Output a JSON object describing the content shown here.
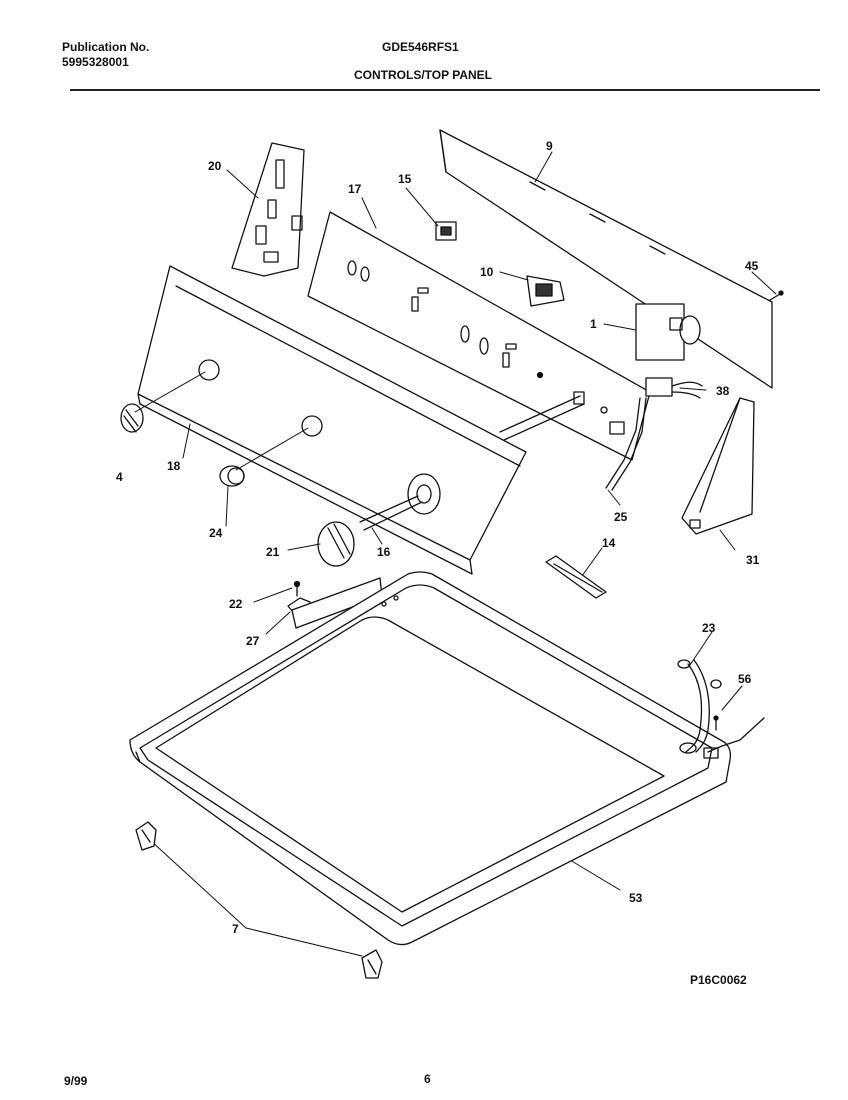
{
  "header": {
    "publication_label": "Publication No.",
    "publication_number": "5995328001",
    "model": "GDE546RFS1",
    "section": "CONTROLS/TOP PANEL"
  },
  "callouts": {
    "c1": "1",
    "c4": "4",
    "c7": "7",
    "c9": "9",
    "c10": "10",
    "c14": "14",
    "c15": "15",
    "c16": "16",
    "c17": "17",
    "c18": "18",
    "c20": "20",
    "c21": "21",
    "c22": "22",
    "c23": "23",
    "c24": "24",
    "c25": "25",
    "c27": "27",
    "c31": "31",
    "c38": "38",
    "c45": "45",
    "c53": "53",
    "c56": "56"
  },
  "figure_code": "P16C0062",
  "footer": {
    "date": "9/99",
    "page": "6"
  }
}
